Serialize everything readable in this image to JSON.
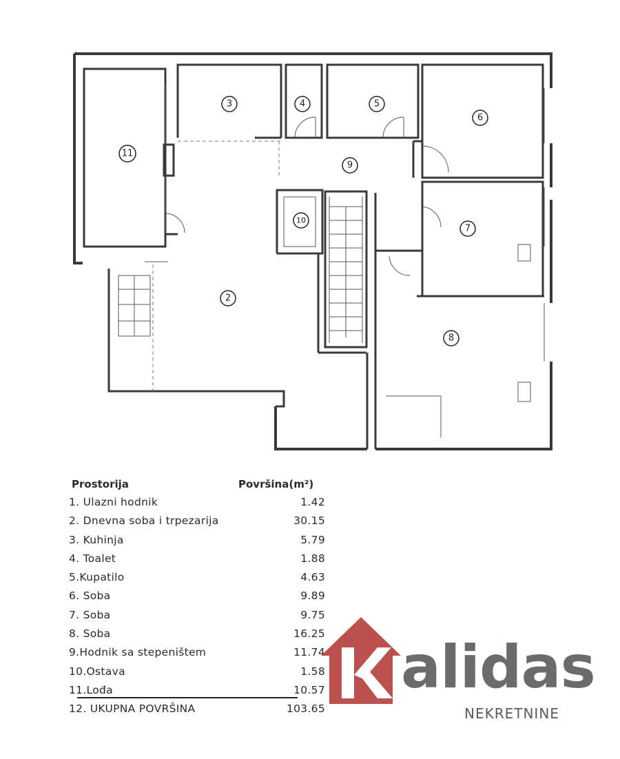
{
  "plan": {
    "rooms": [
      {
        "label": "2"
      },
      {
        "label": "3"
      },
      {
        "label": "4"
      },
      {
        "label": "5"
      },
      {
        "label": "6"
      },
      {
        "label": "7"
      },
      {
        "label": "8"
      },
      {
        "label": "9"
      },
      {
        "label": "10"
      },
      {
        "label": "11"
      }
    ]
  },
  "table": {
    "header_room": "Prostorija",
    "header_area": "Površina(m²)",
    "rows": [
      {
        "label": "1. Ulazni hodnik",
        "value": "1.42"
      },
      {
        "label": "2. Dnevna soba i trpezarija",
        "value": "30.15"
      },
      {
        "label": "3. Kuhinja",
        "value": "5.79"
      },
      {
        "label": "4. Toalet",
        "value": "1.88"
      },
      {
        "label": "5.Kupatilo",
        "value": "4.63"
      },
      {
        "label": "6. Soba",
        "value": "9.89"
      },
      {
        "label": "7. Soba",
        "value": "9.75"
      },
      {
        "label": "8. Soba",
        "value": "16.25"
      },
      {
        "label": "9.Hodnik sa stepeništem",
        "value": "11.74"
      },
      {
        "label": "10.Ostava",
        "value": "1.58"
      },
      {
        "label": "11.Lođa",
        "value": "10.57"
      },
      {
        "label": "12. UKUPNA POVRŠINA",
        "value": "103.65"
      }
    ]
  },
  "logo": {
    "name": "alidas",
    "tagline": "NEKRETNINE",
    "brand_red": "#b5413f",
    "brand_gray": "#6b6b6b"
  }
}
